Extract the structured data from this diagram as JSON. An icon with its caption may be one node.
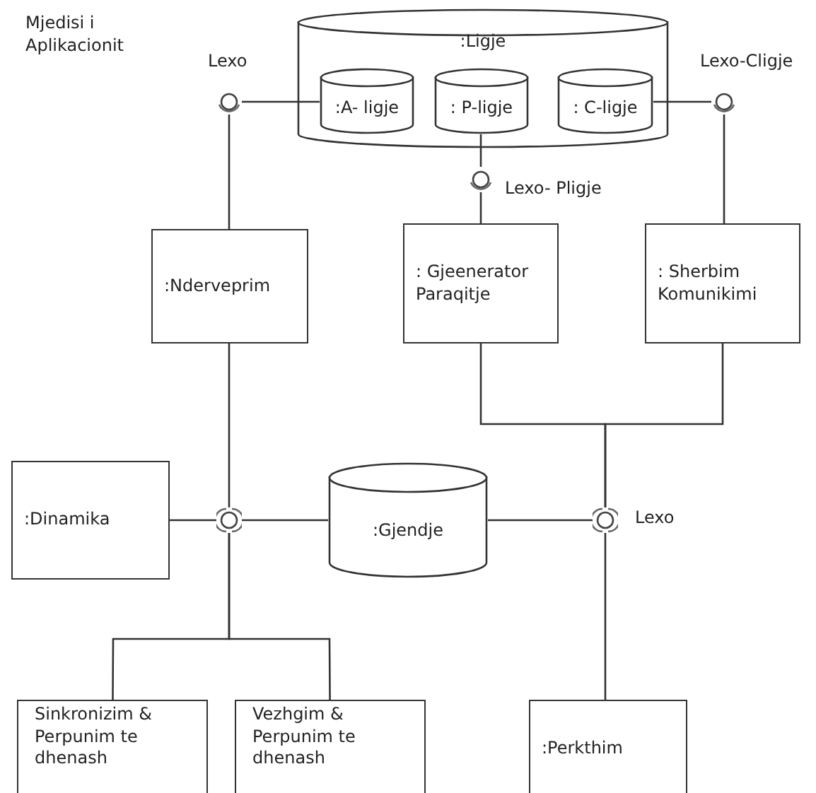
{
  "diagram": {
    "nodes": [
      {
        "text": [
          ":Ligje"
        ]
      },
      {
        "text": [
          ":A- ligje"
        ],
        "in": 0
      },
      {
        "text": [
          ": P-ligje"
        ],
        "in": 0
      },
      {
        "text": [
          ": C-ligje"
        ],
        "in": 0
      },
      {
        "text": [
          "Lexo"
        ]
      },
      {
        "text": [
          "Lexo- Pligje"
        ]
      },
      {
        "text": [
          "Lexo-Cligje"
        ]
      },
      {
        "text": [
          ":Nderveprim"
        ]
      },
      {
        "text": [
          ": Gjeenerator Paraqitje"
        ]
      },
      {
        "text": [
          ": Sherbim Komunikimi"
        ]
      },
      {
        "text": [
          ":Dinamika"
        ]
      },
      {
        "text": [],
        "shape": "circle"
      },
      {
        "text": [
          ":Gjendje"
        ]
      },
      {
        "text": [
          "Lexo"
        ]
      },
      {
        "text": [
          "Sinkronizim & Perpunim te dhenash"
        ]
      },
      {
        "text": [
          "Vezhgim & Perpunim te dhenash"
        ]
      },
      {
        "text": [
          ":Perkthim"
        ]
      }
    ],
    "edges": [
      {
        "from": 1,
        "to": 4,
        "arrow": "none"
      },
      {
        "from": 4,
        "to": 7,
        "arrow": "none"
      },
      {
        "from": 2,
        "to": 5,
        "arrow": "none"
      },
      {
        "from": 5,
        "to": 8,
        "arrow": "none"
      },
      {
        "from": 3,
        "to": 6,
        "arrow": "none"
      },
      {
        "from": 6,
        "to": 9,
        "arrow": "none"
      },
      {
        "from": 7,
        "to": 11,
        "arrow": "none"
      },
      {
        "from": 10,
        "to": 11,
        "arrow": "none"
      },
      {
        "from": 11,
        "to": 12,
        "arrow": "none"
      },
      {
        "from": 11,
        "to": 14,
        "arrow": "none"
      },
      {
        "from": 11,
        "to": 15,
        "arrow": "none"
      },
      {
        "from": 8,
        "to": 13,
        "arrow": "none"
      },
      {
        "from": 9,
        "to": 13,
        "arrow": "none"
      },
      {
        "from": 12,
        "to": 13,
        "arrow": "none"
      },
      {
        "from": 13,
        "to": 16,
        "arrow": "none"
      }
    ],
    "labels": [
      "Mjedisi i Aplikacionit"
    ]
  }
}
